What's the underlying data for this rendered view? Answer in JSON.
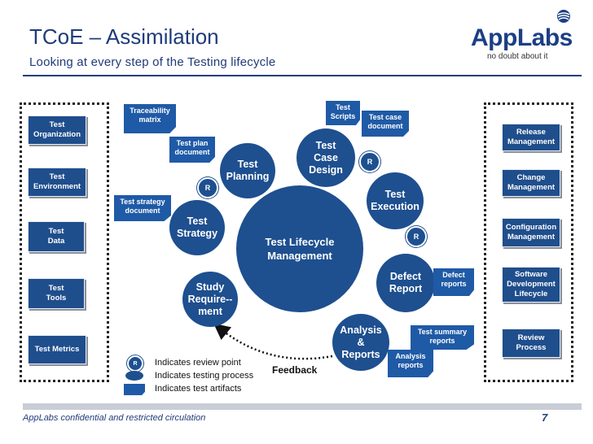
{
  "header": {
    "title": "TCoE – Assimilation",
    "subtitle": "Looking at every step of the Testing lifecycle",
    "logo": "AppLabs",
    "tagline": "no doubt about it"
  },
  "left_panel": {
    "items": [
      "Test Organization",
      "Test Environment",
      "Test Data",
      "Test Tools",
      "Test Metrics"
    ]
  },
  "right_panel": {
    "items": [
      "Release Management",
      "Change Management",
      "Configuration Management",
      "Software Development Lifecycle",
      "Review Process"
    ]
  },
  "center": {
    "label": "Test Lifecycle Management"
  },
  "stages": {
    "planning": "Test Planning",
    "case_design": "Test Case Design",
    "execution": "Test Execution",
    "defect_report": "Defect Report",
    "analysis": "Analysis & Reports",
    "study": "Study Require--ment",
    "strategy": "Test Strategy"
  },
  "artifacts": {
    "traceability": "Traceability matrix",
    "test_plan": "Test plan document",
    "test_scripts": "Test Scripts",
    "test_case_doc": "Test case document",
    "strategy_doc": "Test strategy document",
    "defect_reports": "Defect reports",
    "test_summary": "Test summary reports",
    "analysis_reports": "Analysis reports"
  },
  "review_point_label": "R",
  "feedback": "Feedback",
  "legend": {
    "review_point": "Indicates review point",
    "testing_process": "Indicates testing process",
    "artifacts": "Indicates test artifacts"
  },
  "footer": {
    "text": "AppLabs confidential and restricted circulation",
    "page": "7"
  },
  "colors": {
    "primary_blue": "#1e4f8f",
    "artifact_blue": "#1f5aa6",
    "title_blue": "#1f3c7a"
  }
}
